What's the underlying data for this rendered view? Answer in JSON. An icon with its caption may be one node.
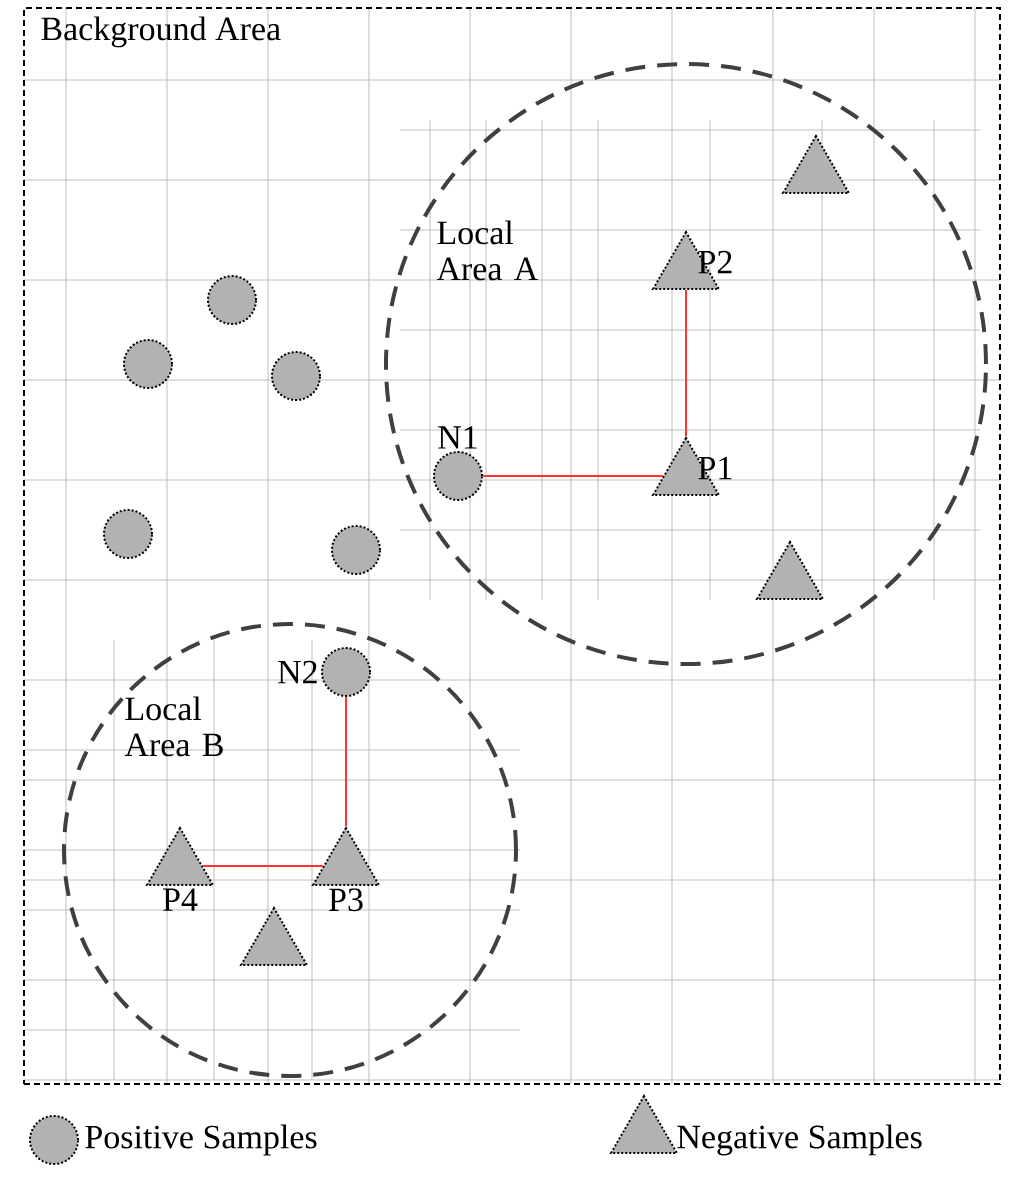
{
  "diagram": {
    "nodes": [
      {
        "text": [
          "Background Area"
        ]
      },
      {
        "text": [
          "Local Area A"
        ],
        "in": 0
      },
      {
        "text": [
          "Local Area B"
        ],
        "in": 0
      },
      {
        "text": [],
        "shape": "triangle",
        "in": 1
      },
      {
        "text": [],
        "shape": "circle",
        "in": 0
      },
      {
        "text": [
          "P2"
        ],
        "in": 1
      },
      {
        "text": [],
        "shape": "circle",
        "in": 0
      },
      {
        "text": [],
        "shape": "circle",
        "in": 0
      },
      {
        "text": [
          "N1"
        ],
        "in": 1
      },
      {
        "text": [
          "P1"
        ],
        "in": 1
      },
      {
        "text": [],
        "shape": "circle",
        "in": 0
      },
      {
        "text": [],
        "shape": "circle",
        "in": 0
      },
      {
        "text": [],
        "shape": "triangle",
        "in": 1
      },
      {
        "text": [
          "N2"
        ],
        "in": 2
      },
      {
        "text": [
          "P4"
        ],
        "in": 2
      },
      {
        "text": [
          "P3"
        ],
        "in": 2
      },
      {
        "text": [],
        "shape": "triangle",
        "in": 2
      }
    ],
    "edges": [
      {
        "from": 8,
        "to": 9,
        "arrow": "none",
        "color": "#ff3333"
      },
      {
        "from": 9,
        "to": 5,
        "arrow": "none",
        "color": "#ff3333"
      },
      {
        "from": 13,
        "to": 15,
        "arrow": "none",
        "color": "#ff3333"
      },
      {
        "from": 15,
        "to": 14,
        "arrow": "none",
        "color": "#ff3333"
      }
    ],
    "legend": [
      {
        "text": "Positive Samples"
      },
      {
        "text": "Negative Samples"
      }
    ]
  }
}
